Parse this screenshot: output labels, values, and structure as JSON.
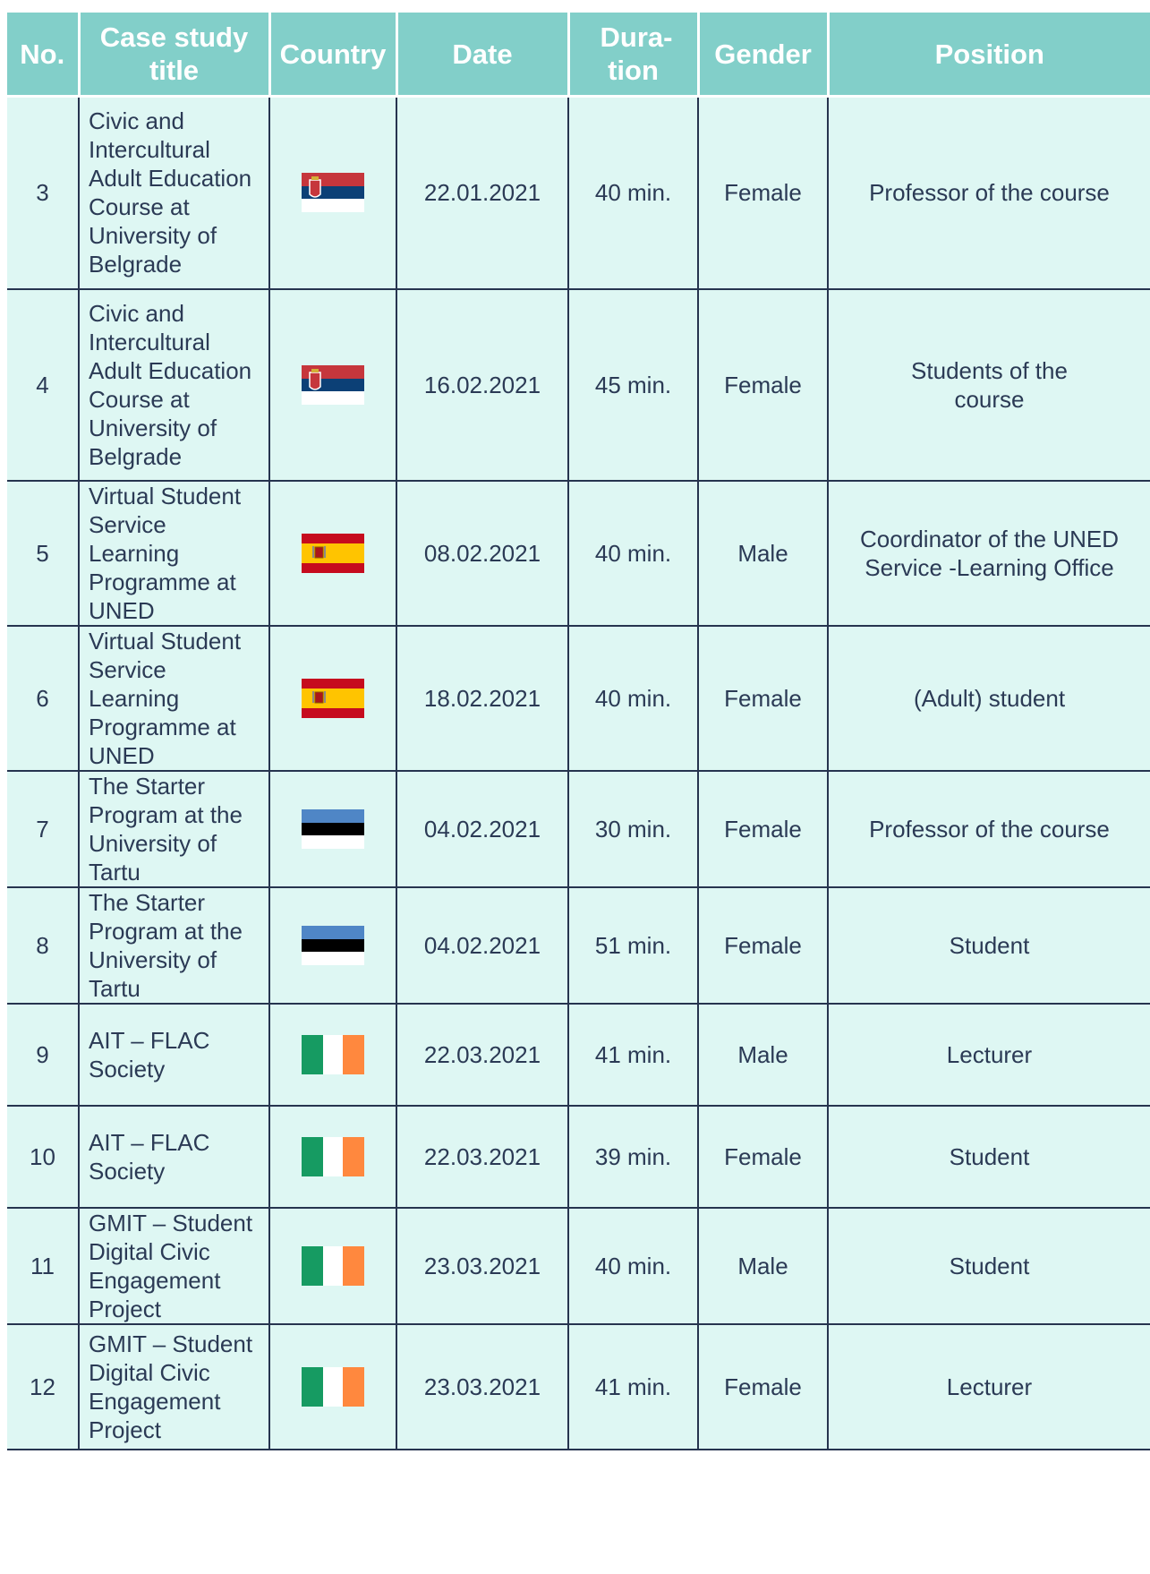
{
  "columns": {
    "no": "No.",
    "title": "Case study title",
    "country": "Country",
    "date": "Date",
    "duration": "Dura-tion",
    "gender": "Gender",
    "position": "Position"
  },
  "rows": [
    {
      "no": "3",
      "title": "Civic and Intercultural Adult Education Course at University of Belgrade",
      "flag": "serbia-flag-icon",
      "date": "22.01.2021",
      "duration": "40 min.",
      "gender": "Female",
      "position": "Professor of the course"
    },
    {
      "no": "4",
      "title": "Civic and Intercultural Adult Education Course at University of Belgrade",
      "flag": "serbia-flag-icon",
      "date": "16.02.2021",
      "duration": "45 min.",
      "gender": "Female",
      "position": "Students of the course"
    },
    {
      "no": "5",
      "title": "Virtual Student Service Learning Programme at UNED",
      "flag": "spain-flag-icon",
      "date": "08.02.2021",
      "duration": "40 min.",
      "gender": "Male",
      "position": "Coordinator of the UNED Service -Learning Office"
    },
    {
      "no": "6",
      "title": "Virtual Student Service Learning Programme at UNED",
      "flag": "spain-flag-icon",
      "date": "18.02.2021",
      "duration": "40 min.",
      "gender": "Female",
      "position": "(Adult) student"
    },
    {
      "no": "7",
      "title": "The Starter Program at the University of Tartu",
      "flag": "estonia-flag-icon",
      "date": "04.02.2021",
      "duration": "30 min.",
      "gender": "Female",
      "position": "Professor of the course"
    },
    {
      "no": "8",
      "title": "The Starter Program at the University of Tartu",
      "flag": "estonia-flag-icon",
      "date": "04.02.2021",
      "duration": "51 min.",
      "gender": "Female",
      "position": "Student"
    },
    {
      "no": "9",
      "title": "AIT – FLAC Society",
      "flag": "ireland-flag-icon",
      "date": "22.03.2021",
      "duration": "41 min.",
      "gender": "Male",
      "position": "Lecturer"
    },
    {
      "no": "10",
      "title": "AIT – FLAC Society",
      "flag": "ireland-flag-icon",
      "date": "22.03.2021",
      "duration": "39 min.",
      "gender": "Female",
      "position": "Student"
    },
    {
      "no": "11",
      "title": "GMIT – Student Digital Civic Engagement Project",
      "flag": "ireland-flag-icon",
      "date": "23.03.2021",
      "duration": "40 min.",
      "gender": "Male",
      "position": "Student"
    },
    {
      "no": "12",
      "title": "GMIT – Student Digital Civic Engagement Project",
      "flag": "ireland-flag-icon",
      "date": "23.03.2021",
      "duration": "41 min.",
      "gender": "Female",
      "position": "Lecturer"
    }
  ],
  "colors": {
    "header_bg": "#82cfc9",
    "row_bg": "#def7f3",
    "grid": "#26344f",
    "text": "#2b3a55"
  }
}
